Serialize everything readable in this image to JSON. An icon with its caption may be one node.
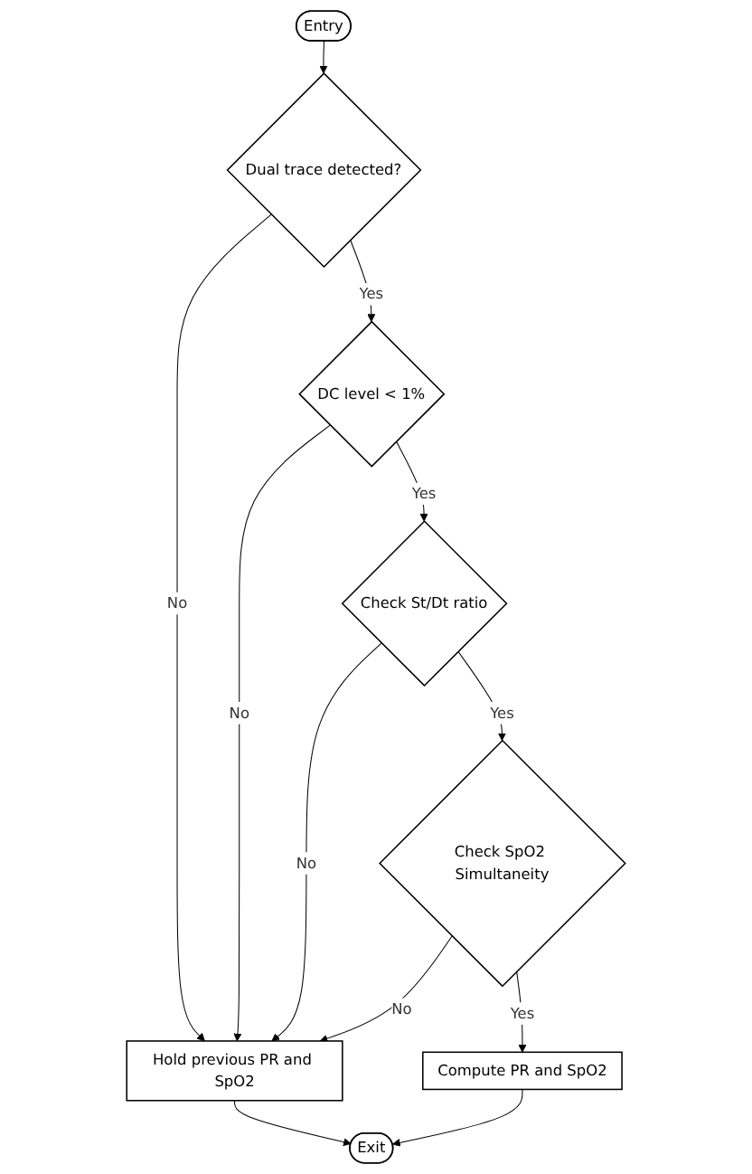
{
  "diagram": {
    "nodes": [
      {
        "text": [
          "Entry"
        ]
      },
      {
        "text": [
          "Dual trace detected?"
        ]
      },
      {
        "text": [
          "DC level < 1%"
        ]
      },
      {
        "text": [
          "Check St/Dt ratio"
        ]
      },
      {
        "text": [
          "Hold previous PR and SpO2"
        ]
      },
      {
        "text": [
          "Check SpO2 Simultaneity"
        ]
      },
      {
        "text": [
          "Compute PR and SpO2"
        ]
      },
      {
        "text": [
          "Exit"
        ]
      }
    ],
    "edges": [
      {
        "from": 0,
        "to": 1,
        "arrow": "to"
      },
      {
        "from": 1,
        "to": 4,
        "label": "No",
        "arrow": "to"
      },
      {
        "from": 1,
        "to": 2,
        "label": "Yes",
        "arrow": "to"
      },
      {
        "from": 2,
        "to": 4,
        "label": "No",
        "arrow": "to"
      },
      {
        "from": 2,
        "to": 3,
        "label": "Yes",
        "arrow": "to"
      },
      {
        "from": 3,
        "to": 4,
        "label": "No",
        "arrow": "to"
      },
      {
        "from": 3,
        "to": 5,
        "label": "Yes",
        "arrow": "to"
      },
      {
        "from": 5,
        "to": 4,
        "label": "No",
        "arrow": "to"
      },
      {
        "from": 5,
        "to": 6,
        "label": "Yes",
        "arrow": "to"
      },
      {
        "from": 6,
        "to": 7,
        "arrow": "to"
      },
      {
        "from": 4,
        "to": 7,
        "arrow": "to"
      }
    ]
  }
}
